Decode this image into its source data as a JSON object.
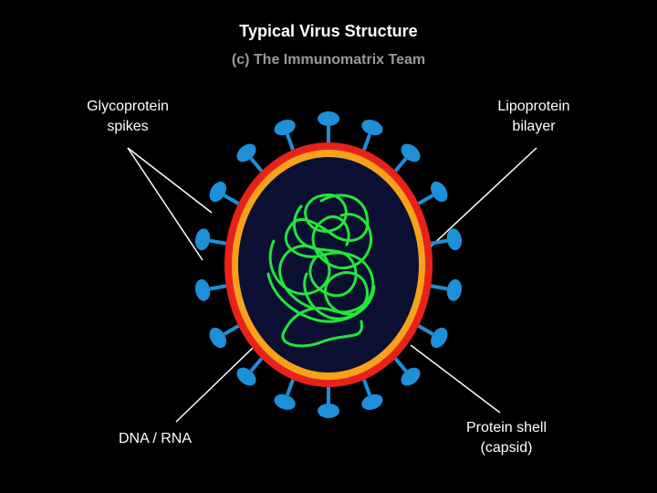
{
  "title": "Typical Virus Structure",
  "subtitle": "(c) The Immunomatrix Team",
  "labels": {
    "glycoprotein": [
      "Glycoprotein",
      "spikes"
    ],
    "lipoprotein": [
      "Lipoprotein",
      "bilayer"
    ],
    "dna_rna": [
      "DNA / RNA"
    ],
    "protein_shell": [
      "Protein shell",
      "(capsid)"
    ]
  },
  "colors": {
    "background": "#000000",
    "outer_membrane": "#e8221b",
    "capsid": "#f7a21b",
    "interior": "#0b1033",
    "genome": "#22e63a",
    "spikes": "#1e8fd9",
    "pointer_lines": "#ffffff"
  }
}
